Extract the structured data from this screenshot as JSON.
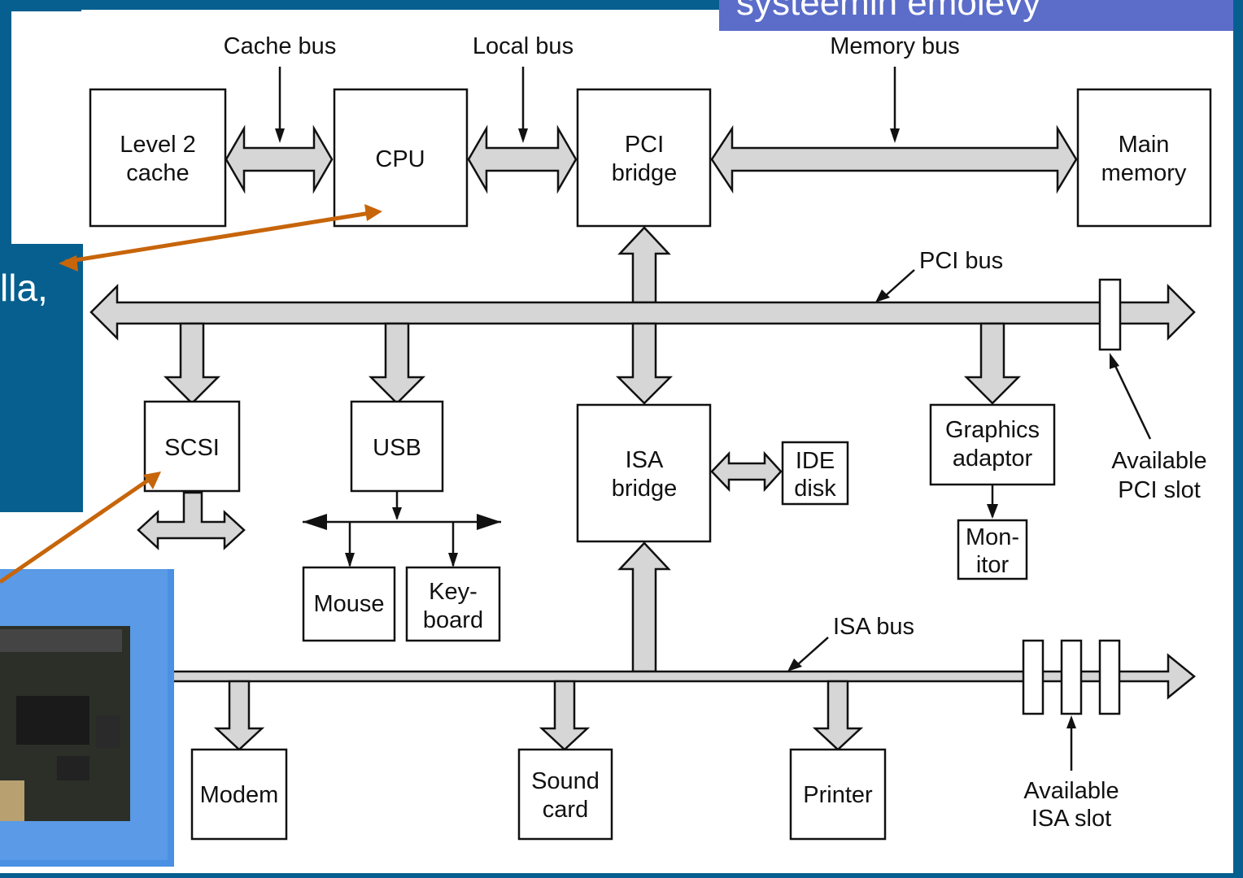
{
  "slide": {
    "header_fragment": "systeemin emolevy",
    "side_fragment": "lla,"
  },
  "colors": {
    "slide_blue": "#065f8f",
    "header_box": "#5b6dc9",
    "photo_panel": "#4a90e3",
    "arrow_orange": "#c7650a",
    "bus_fill": "#d6d6d6"
  },
  "diagram": {
    "bus_labels": {
      "cache_bus": "Cache bus",
      "local_bus": "Local bus",
      "memory_bus": "Memory bus",
      "pci_bus": "PCI bus",
      "isa_bus": "ISA bus"
    },
    "boxes": {
      "level2_cache": [
        "Level 2",
        "cache"
      ],
      "cpu": [
        "CPU"
      ],
      "pci_bridge": [
        "PCI",
        "bridge"
      ],
      "main_memory": [
        "Main",
        "memory"
      ],
      "scsi": [
        "SCSI"
      ],
      "usb": [
        "USB"
      ],
      "isa_bridge": [
        "ISA",
        "bridge"
      ],
      "ide_disk": [
        "IDE",
        "disk"
      ],
      "graphics_adaptor": [
        "Graphics",
        "adaptor"
      ],
      "monitor": [
        "Mon-",
        "itor"
      ],
      "mouse": [
        "Mouse"
      ],
      "keyboard": [
        "Key-",
        "board"
      ],
      "modem": [
        "Modem"
      ],
      "sound_card": [
        "Sound",
        "card"
      ],
      "printer": [
        "Printer"
      ]
    },
    "annotations": {
      "available_pci_slot": [
        "Available",
        "PCI slot"
      ],
      "available_isa_slot": [
        "Available",
        "ISA slot"
      ]
    }
  }
}
